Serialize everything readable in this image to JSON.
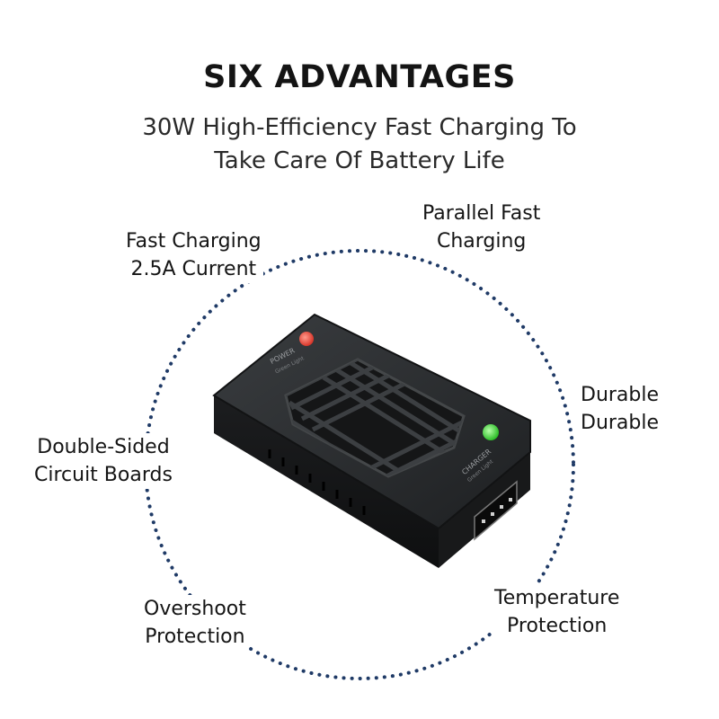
{
  "header": {
    "title": "SIX ADVANTAGES",
    "subtitle_line1": "30W High-Efficiency Fast Charging To",
    "subtitle_line2": "Take Care Of Battery Life"
  },
  "features": [
    {
      "line1": "Fast Charging",
      "line2": "2.5A Current"
    },
    {
      "line1": "Parallel Fast",
      "line2": "Charging"
    },
    {
      "line1": "Durable",
      "line2": "Durable"
    },
    {
      "line1": "Double-Sided",
      "line2": "Circuit Boards"
    },
    {
      "line1": "Overshoot",
      "line2": "Protection"
    },
    {
      "line1": "Temperature",
      "line2": "Protection"
    }
  ],
  "product": {
    "power_label": "POWER",
    "power_sub": "Green Light",
    "charger_label": "CHARGER",
    "charger_sub": "Green Light"
  },
  "colors": {
    "ring_dots": "#1f3a66",
    "power_led": "#e84a3c",
    "charger_led": "#3fcf3a",
    "device_body": "#232527"
  }
}
